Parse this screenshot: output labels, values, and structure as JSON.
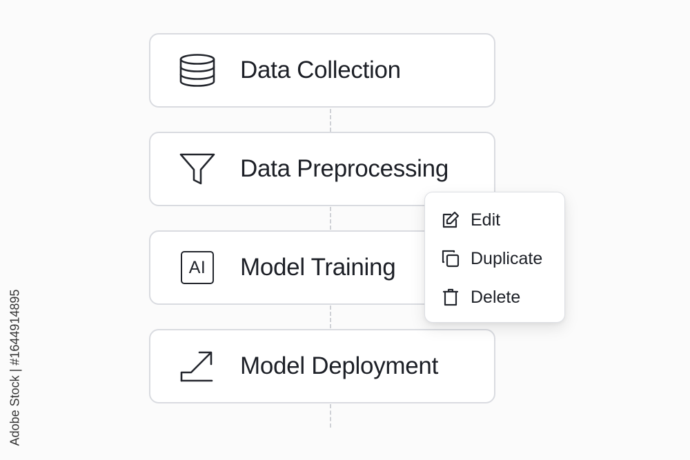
{
  "steps": [
    {
      "label": "Data Collection",
      "icon": "database-icon"
    },
    {
      "label": "Data Preprocessing",
      "icon": "funnel-icon"
    },
    {
      "label": "Model Training",
      "icon": "ai-icon",
      "icon_text": "AI"
    },
    {
      "label": "Model Deployment",
      "icon": "arrow-up-right-icon"
    }
  ],
  "context_menu": {
    "items": [
      {
        "label": "Edit",
        "icon": "edit-icon"
      },
      {
        "label": "Duplicate",
        "icon": "duplicate-icon"
      },
      {
        "label": "Delete",
        "icon": "trash-icon"
      }
    ]
  },
  "watermark": {
    "text": "Adobe Stock | #1644914895"
  },
  "colors": {
    "background": "#fbfbfb",
    "card_border": "#d9dbe0",
    "text": "#1c1f26",
    "connector": "#cfd1d6"
  }
}
